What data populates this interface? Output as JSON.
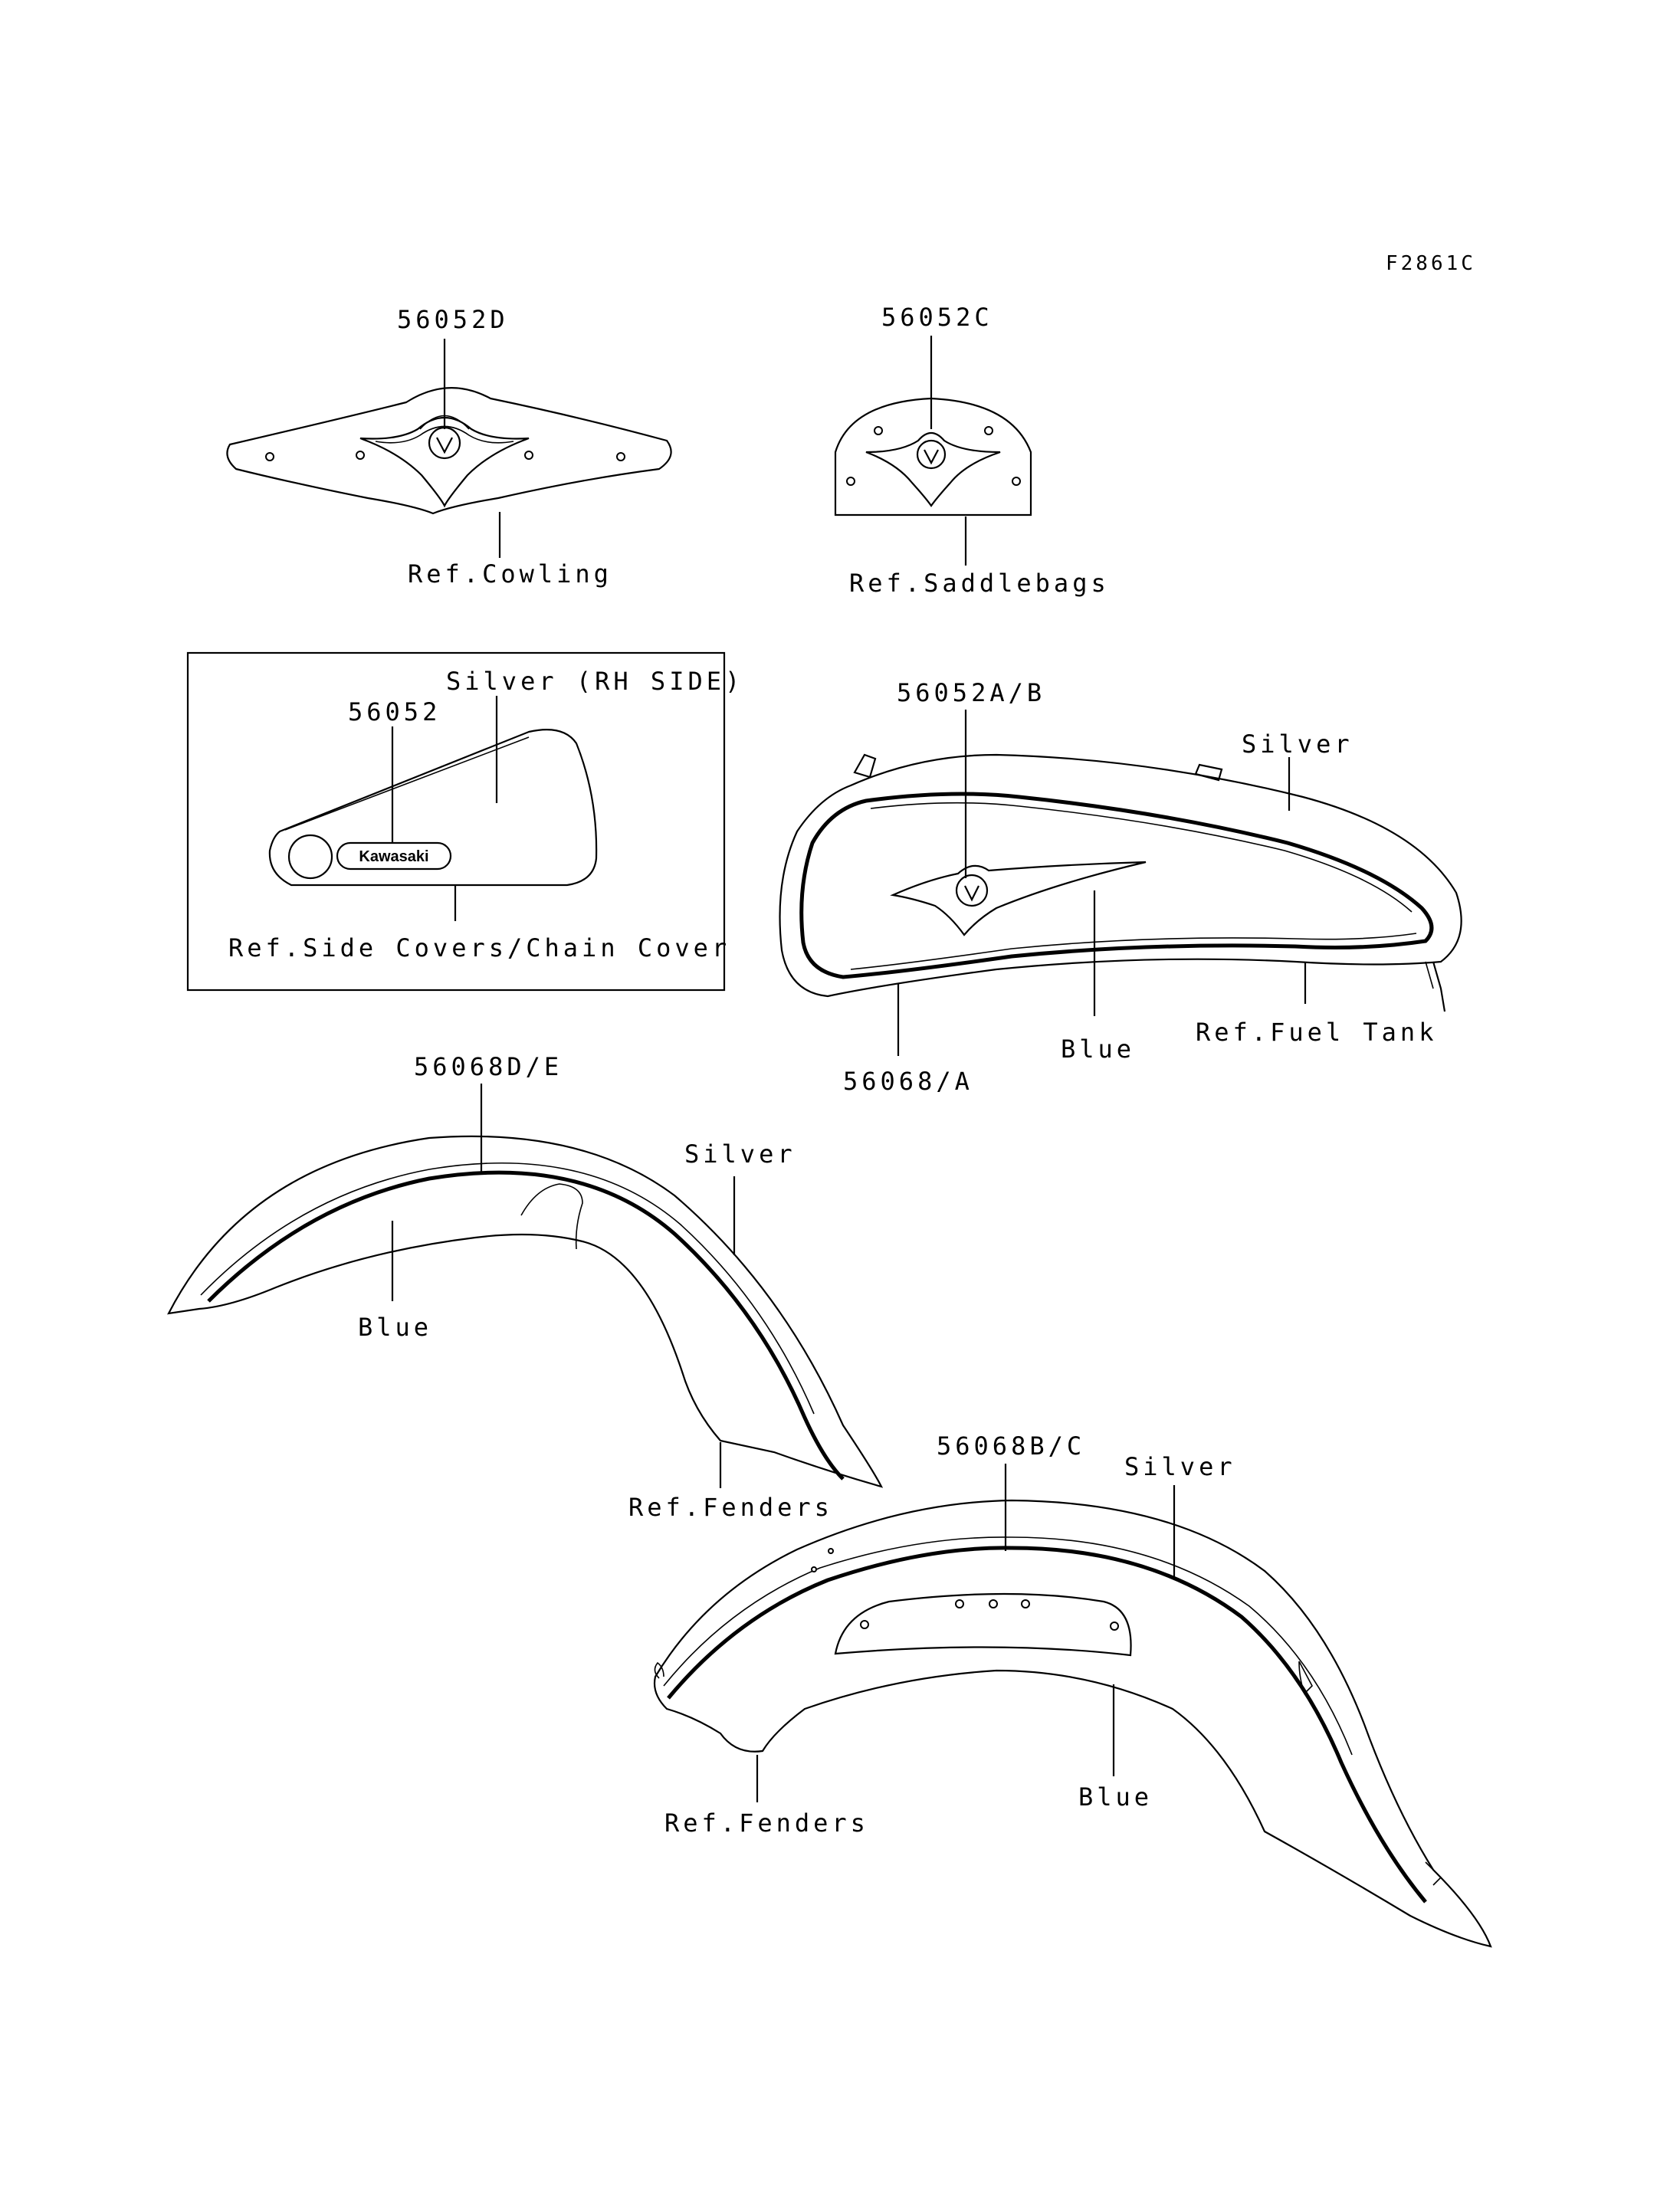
{
  "figure_id": "F2861C",
  "callouts": {
    "cowl_part": "56052D",
    "cowl_ref": "Ref.Cowling",
    "saddle_part": "56052C",
    "saddle_ref": "Ref.Saddlebags",
    "side_color": "Silver (RH SIDE)",
    "side_part": "56052",
    "side_ref": "Ref.Side Covers/Chain Cover",
    "side_logo": "Kawasaki",
    "tank_part": "56052A/B",
    "tank_silver": "Silver",
    "tank_blue": "Blue",
    "tank_ref": "Ref.Fuel Tank",
    "tank_stripe": "56068/A",
    "front_part": "56068D/E",
    "front_silver": "Silver",
    "front_blue": "Blue",
    "front_ref": "Ref.Fenders",
    "rear_part": "56068B/C",
    "rear_silver": "Silver",
    "rear_ref": "Ref.Fenders",
    "rear_blue": "Blue"
  }
}
